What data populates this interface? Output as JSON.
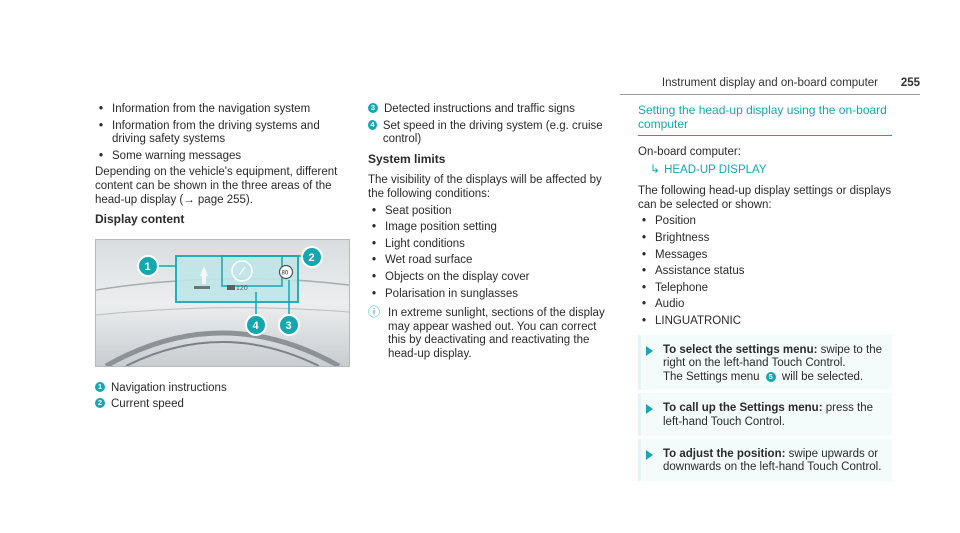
{
  "header": {
    "title": "Instrument display and on-board computer",
    "page": "255"
  },
  "col1": {
    "bullets": [
      "Information from the navigation system",
      "Information from the driving systems and driving safety systems",
      "Some warning messages"
    ],
    "para": "Depending on the vehicle's equipment, different content can be shown in the three areas of the head-up display (→ page 255).",
    "heading": "Display content",
    "figure": {
      "speed": "120",
      "limit": "80"
    },
    "captions": [
      {
        "num": "1",
        "text": "Navigation instructions"
      },
      {
        "num": "2",
        "text": "Current speed"
      }
    ]
  },
  "col2": {
    "captions": [
      {
        "num": "3",
        "text": "Detected instructions and traffic signs"
      },
      {
        "num": "4",
        "text": "Set speed in the driving system (e.g. cruise control)"
      }
    ],
    "heading": "System limits",
    "para": "The visibility of the displays will be affected by the following conditions:",
    "bullets": [
      "Seat position",
      "Image position setting",
      "Light conditions",
      "Wet road surface",
      "Objects on the display cover",
      "Polarisation in sunglasses"
    ],
    "note": "In extreme sunlight, sections of the display may appear washed out. You can correct this by deactivating and reactivating the head-up display."
  },
  "col3": {
    "title": "Setting the head-up display using the on-board computer",
    "obc_label": "On-board computer:",
    "path": "HEAD-UP DISPLAY",
    "para": "The following head-up display settings or displays can be selected or shown:",
    "bullets": [
      "Position",
      "Brightness",
      "Messages",
      "Assistance status",
      "Telephone",
      "Audio",
      "LINGUATRONIC"
    ],
    "steps": [
      {
        "bold": "To select the settings menu:",
        "text": " swipe to the right on the left-hand Touch Control.",
        "text2a": "The Settings menu ",
        "num": "5",
        "text2b": " will be selected."
      },
      {
        "bold": "To call up the Settings menu:",
        "text": " press the left-hand Touch Control."
      },
      {
        "bold": "To adjust the position:",
        "text": " swipe upwards or downwards on the left-hand Touch Control."
      }
    ]
  },
  "colors": {
    "accent": "#15a7b0"
  }
}
